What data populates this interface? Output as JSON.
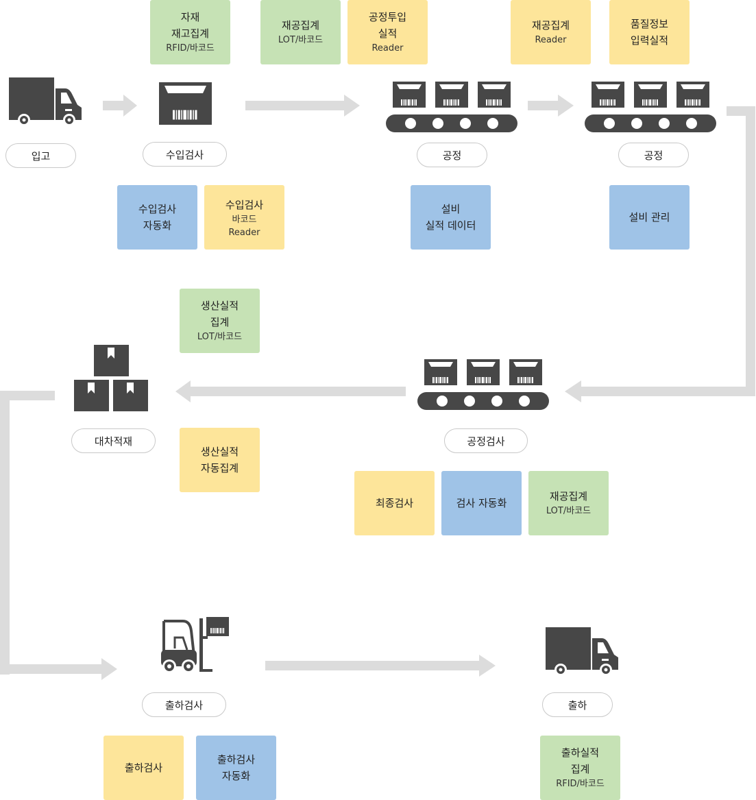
{
  "colors": {
    "green": "#c6e2b5",
    "yellow": "#fde59a",
    "blue": "#9fc3e7",
    "icon": "#474747",
    "flow": "#dcdcdc"
  },
  "icons": {
    "truck_in": "truck-icon",
    "inspection": "barcode-box-icon",
    "conveyor_1": "conveyor-icon",
    "conveyor_2": "conveyor-icon",
    "conveyor_3": "conveyor-icon",
    "stack": "stacked-boxes-icon",
    "forklift": "forklift-icon",
    "truck_out": "truck-icon"
  },
  "steps": {
    "receiving": "입고",
    "incoming_inspection": "수입검사",
    "process_1": "공정",
    "process_2": "공정",
    "process_inspection": "공정검사",
    "cart_loading": "대차적재",
    "shipping_inspection": "출하검사",
    "shipping": "출하"
  },
  "tags": {
    "material_stock": {
      "lines": [
        "자재",
        "재고집계"
      ],
      "sub": "RFID/바코드"
    },
    "wip_lot": {
      "lines": [
        "재공집계"
      ],
      "sub": "LOT/바코드"
    },
    "process_input": {
      "lines": [
        "공정투입",
        "실적"
      ],
      "sub": "Reader"
    },
    "wip_reader": {
      "lines": [
        "재공집계"
      ],
      "sub": "Reader"
    },
    "quality_input": {
      "lines": [
        "품질정보",
        "입력실적"
      ]
    },
    "incoming_auto": {
      "lines": [
        "수입검사",
        "자동화"
      ]
    },
    "incoming_barcode": {
      "lines": [
        "수입검사"
      ],
      "sub1": "바코드",
      "sub2": "Reader"
    },
    "equipment_data": {
      "lines": [
        "설비",
        "실적 데이터"
      ]
    },
    "equipment_mgmt": {
      "lines": [
        "설비 관리"
      ]
    },
    "production_lot": {
      "lines": [
        "생산실적",
        "집계"
      ],
      "sub": "LOT/바코드"
    },
    "production_auto": {
      "lines": [
        "생산실적",
        "자동집계"
      ]
    },
    "final_inspection": {
      "lines": [
        "최종검사"
      ]
    },
    "inspection_auto": {
      "lines": [
        "검사 자동화"
      ]
    },
    "wip_lot_2": {
      "lines": [
        "재공집계"
      ],
      "sub": "LOT/바코드"
    },
    "shipping_inspection": {
      "lines": [
        "출하검사"
      ]
    },
    "shipping_inspection_auto": {
      "lines": [
        "출하검사",
        "자동화"
      ]
    },
    "shipping_result": {
      "lines": [
        "출하실적",
        "집계"
      ],
      "sub": "RFID/바코드"
    }
  }
}
